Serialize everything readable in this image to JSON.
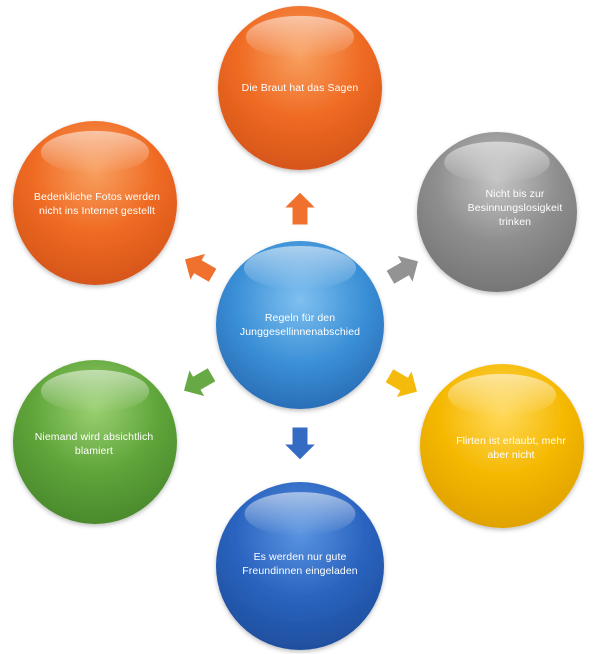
{
  "diagram": {
    "center": {
      "label": "Regeln für den Junggesellinnenabschied",
      "color": "#3a8fd6"
    },
    "nodes": [
      {
        "id": "top",
        "label": "Die Braut hat das Sagen",
        "color": "#ef6a22",
        "arrow_color": "#ef6a22"
      },
      {
        "id": "upper-right",
        "label": "Nicht bis zur Besinnungslosigkeit trinken",
        "color": "#8e8e8e",
        "arrow_color": "#8e8e8e"
      },
      {
        "id": "lower-right",
        "label": "Flirten ist erlaubt, mehr aber nicht",
        "color": "#f5b800",
        "arrow_color": "#f5b800"
      },
      {
        "id": "bottom",
        "label": "Es werden nur gute Freundinnen eingeladen",
        "color": "#2a64c0",
        "arrow_color": "#2a64c0"
      },
      {
        "id": "lower-left",
        "label": "Niemand wird absichtlich blamiert",
        "color": "#5fa53a",
        "arrow_color": "#5fa53a"
      },
      {
        "id": "upper-left",
        "label": "Bedenkliche Fotos werden nicht ins  Internet gestellt",
        "color": "#ef6a22",
        "arrow_color": "#ef6a22"
      }
    ]
  }
}
